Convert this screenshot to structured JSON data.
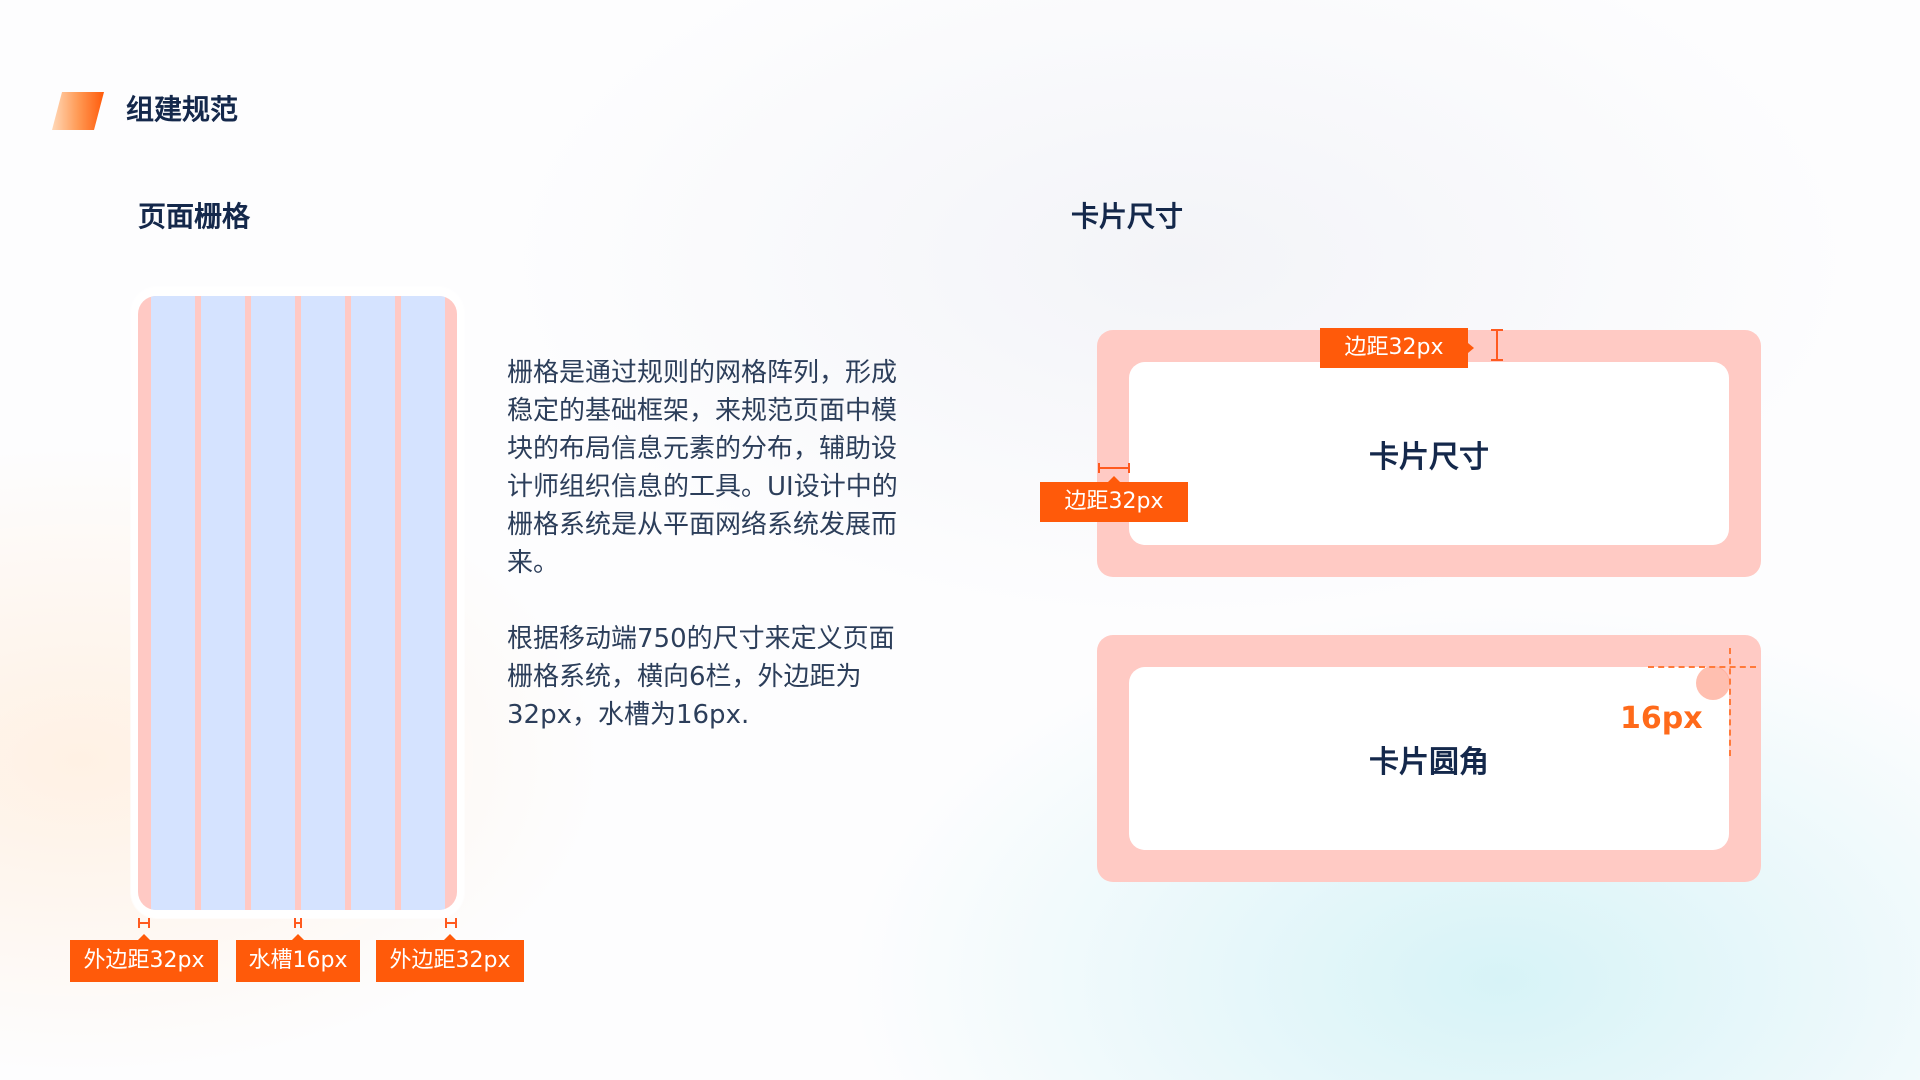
{
  "header": {
    "logo_icon": "orange-parallelogram-logo",
    "title": "组建规范"
  },
  "sections": {
    "grid": {
      "title": "页面栅格"
    },
    "card": {
      "title": "卡片尺寸"
    }
  },
  "description": {
    "paragraph1": "栅格是通过规则的网格阵列，形成稳定的基础框架，来规范页面中模块的布局信息元素的分布，辅助设计师组织信息的工具。UI设计中的栅格系统是从平面网络系统发展而来。",
    "paragraph2": "根据移动端750的尺寸来定义页面栅格系统，横向6栏，外边距为32px，水槽为16px."
  },
  "grid_labels": {
    "left_margin": "外边距32px",
    "gutter": "水槽16px",
    "right_margin": "外边距32px"
  },
  "cards": {
    "size_card": {
      "label": "卡片尺寸",
      "top_margin_tag": "边距32px",
      "left_margin_tag": "边距32px"
    },
    "radius_card": {
      "label": "卡片圆角",
      "radius_value": "16px"
    }
  },
  "colors": {
    "accent": "#ff5a0a",
    "margin_fill": "#ffc9c4",
    "column_fill": "#d5e3ff",
    "heading": "#14284b"
  }
}
